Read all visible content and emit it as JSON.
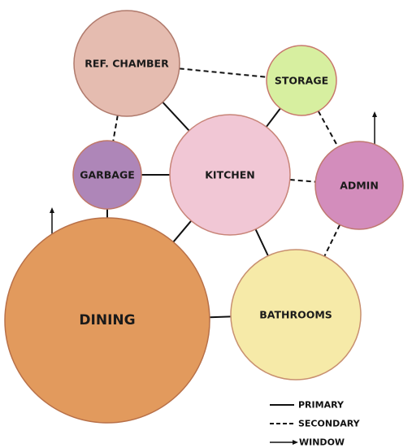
{
  "nodes": {
    "ref_chamber": {
      "label": "REF. CHAMBER",
      "color": "#E5BCB0",
      "stroke": "#B07A6C"
    },
    "storage": {
      "label": "STORAGE",
      "color": "#D7EFA0",
      "stroke": "#C8786C"
    },
    "garbage": {
      "label": "GARBAGE",
      "color": "#AE86B8",
      "stroke": "#C07868"
    },
    "kitchen": {
      "label": "KITCHEN",
      "color": "#F1C7D5",
      "stroke": "#C88478"
    },
    "admin": {
      "label": "ADMIN",
      "color": "#D38DBC",
      "stroke": "#C07870"
    },
    "dining": {
      "label": "DINING",
      "color": "#E29A5D",
      "stroke": "#B87048"
    },
    "bathrooms": {
      "label": "BATHROOMS",
      "color": "#F6EAA8",
      "stroke": "#C89070"
    }
  },
  "connections": [
    {
      "from": "ref_chamber",
      "to": "kitchen",
      "type": "primary"
    },
    {
      "from": "storage",
      "to": "kitchen",
      "type": "primary"
    },
    {
      "from": "garbage",
      "to": "kitchen",
      "type": "primary"
    },
    {
      "from": "garbage",
      "to": "dining",
      "type": "primary"
    },
    {
      "from": "kitchen",
      "to": "dining",
      "type": "primary"
    },
    {
      "from": "kitchen",
      "to": "bathrooms",
      "type": "primary"
    },
    {
      "from": "dining",
      "to": "bathrooms",
      "type": "primary"
    },
    {
      "from": "ref_chamber",
      "to": "storage",
      "type": "secondary"
    },
    {
      "from": "ref_chamber",
      "to": "garbage",
      "type": "secondary"
    },
    {
      "from": "storage",
      "to": "admin",
      "type": "secondary"
    },
    {
      "from": "kitchen",
      "to": "admin",
      "type": "secondary"
    },
    {
      "from": "admin",
      "to": "bathrooms",
      "type": "secondary"
    }
  ],
  "windows": [
    "dining",
    "admin"
  ],
  "legend": {
    "primary": "PRIMARY",
    "secondary": "SECONDARY",
    "window": "WINDOW"
  }
}
